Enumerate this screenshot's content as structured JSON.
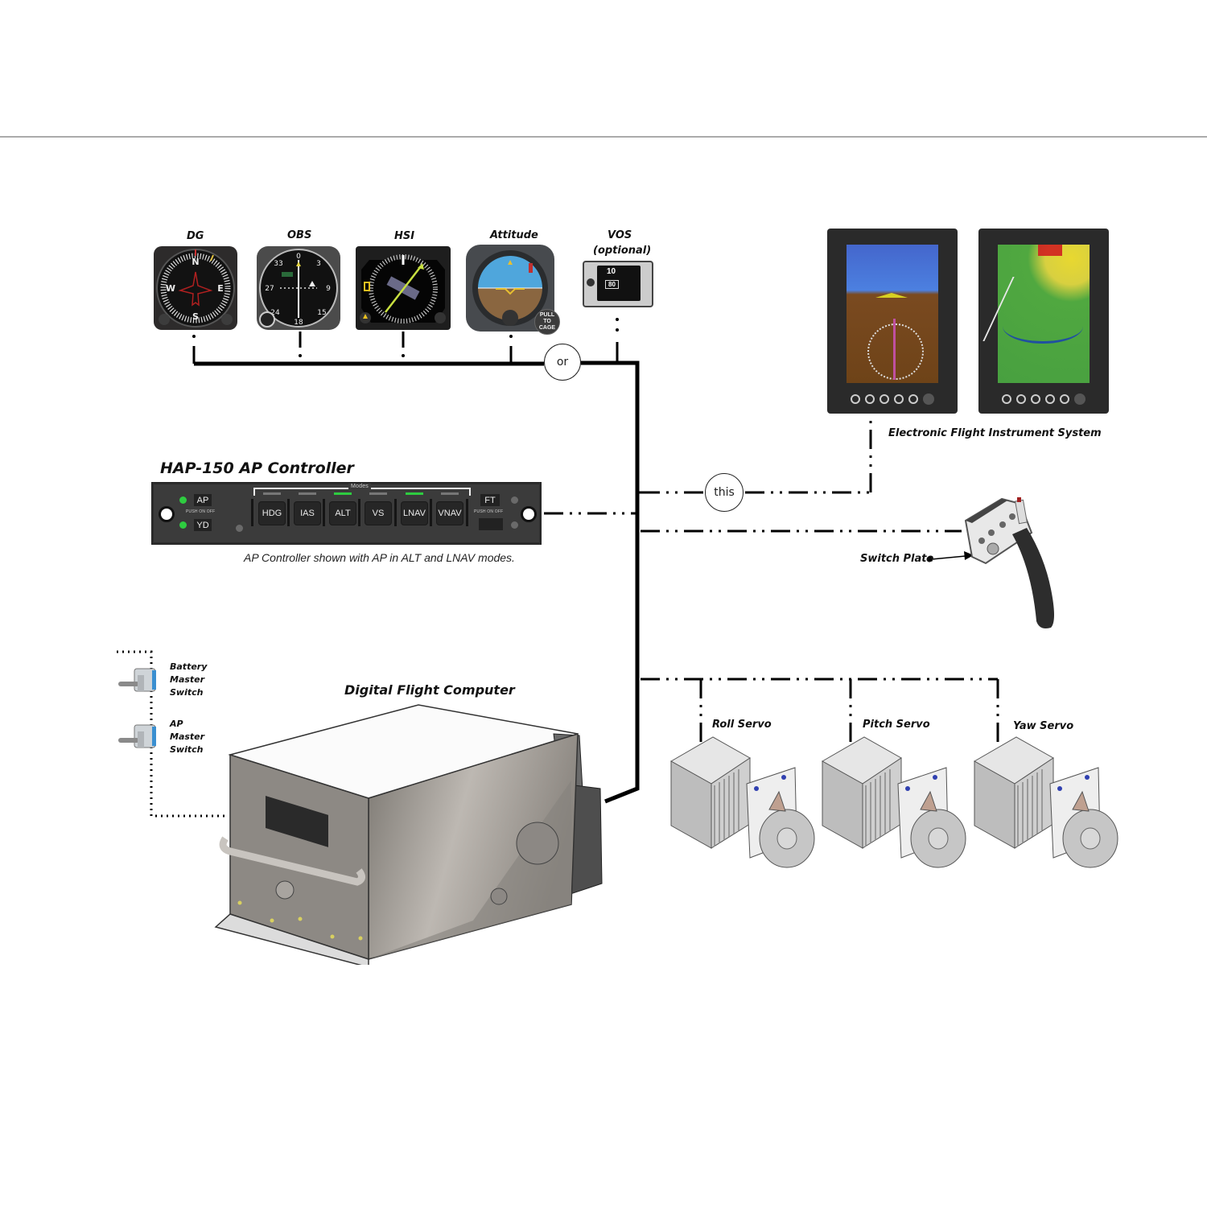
{
  "instruments": [
    {
      "name": "DG"
    },
    {
      "name": "OBS"
    },
    {
      "name": "HSI"
    },
    {
      "name": "Attitude",
      "knob_label": "PULL TO CAGE"
    },
    {
      "name": "VOS",
      "note": "(optional)",
      "readout_top": "10",
      "readout_mid": "80"
    }
  ],
  "connectors": {
    "or_label": "or",
    "this_label": "this"
  },
  "efis": {
    "title": "Electronic Flight Instrument System"
  },
  "controller": {
    "title": "HAP-150 AP Controller",
    "modes_label": "Modes",
    "push_label": "PUSH ON OFF",
    "left_buttons": [
      "AP",
      "YD"
    ],
    "mode_buttons": [
      {
        "label": "HDG",
        "active": false
      },
      {
        "label": "IAS",
        "active": false
      },
      {
        "label": "ALT",
        "active": true
      },
      {
        "label": "VS",
        "active": false
      },
      {
        "label": "LNAV",
        "active": true
      },
      {
        "label": "VNAV",
        "active": false
      }
    ],
    "right_button": "FT",
    "caption": "AP Controller shown with AP in ALT and LNAV modes.",
    "led_on_color": "#2ecc40",
    "mode_active_color": "#2ecc40"
  },
  "switch_plate": {
    "label": "Switch Plate"
  },
  "switches": [
    {
      "label_lines": [
        "Battery",
        "Master",
        "Switch"
      ]
    },
    {
      "label_lines": [
        "AP",
        "Master",
        "Switch"
      ]
    }
  ],
  "computer": {
    "title": "Digital Flight Computer"
  },
  "servos": [
    {
      "label": "Roll Servo"
    },
    {
      "label": "Pitch Servo"
    },
    {
      "label": "Yaw Servo"
    }
  ]
}
